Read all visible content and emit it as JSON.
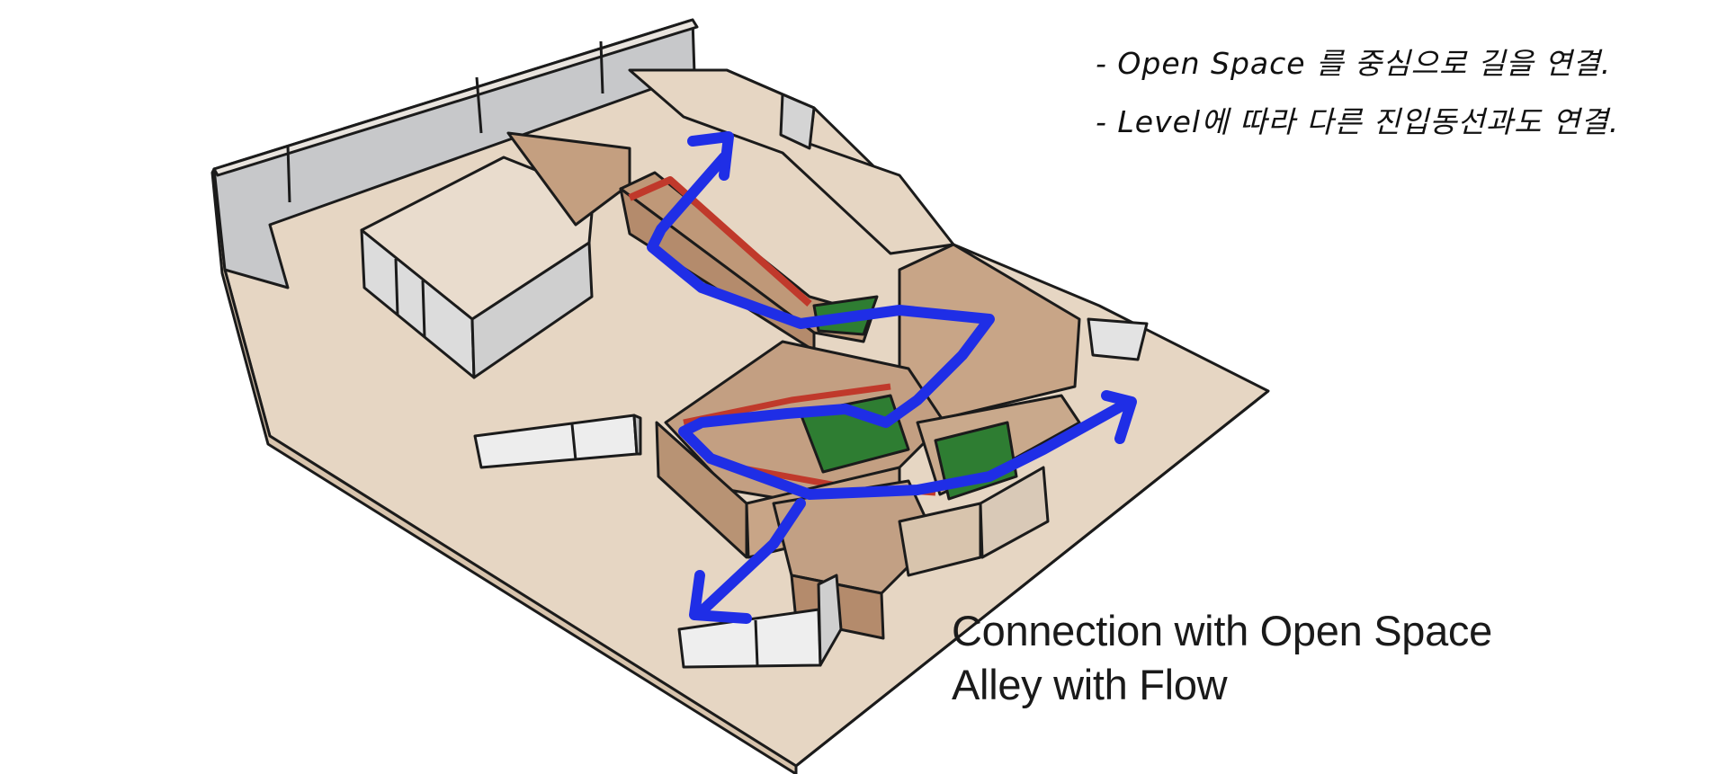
{
  "notes": {
    "line1": "- Open Space 를 중심으로 길을 연결.",
    "line2": "- Level에 따라 다른 진입동선과도 연결."
  },
  "caption": {
    "line1": "Connection with Open Space",
    "line2": "Alley with Flow"
  },
  "colors": {
    "ground": "#e8d8c6",
    "plaza": "#c8a587",
    "wall": "#c9cacb",
    "grass": "#2e7d32",
    "path_red": "#c0392b",
    "arrow_blue": "#1f2ee6",
    "ink": "#1b1b1b"
  }
}
